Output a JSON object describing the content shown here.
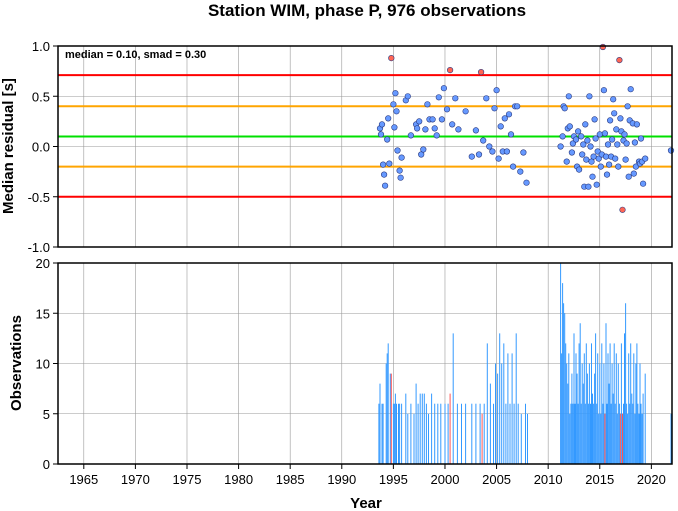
{
  "chart_data": [
    {
      "type": "scatter",
      "title": "Station WIM, phase P, 976 observations",
      "ylabel": "Median residual [s]",
      "annotation": "median = 0.10, smad = 0.30",
      "xlim": [
        1962.5,
        2022.0
      ],
      "ylim": [
        -1.0,
        1.0
      ],
      "x_ticks": [
        1965,
        1970,
        1975,
        1980,
        1985,
        1990,
        1995,
        2000,
        2005,
        2010,
        2015,
        2020
      ],
      "y_ticks": [
        "1.0",
        "0.5",
        "0.0",
        "-0.5",
        "-1.0"
      ],
      "grid": true,
      "reference_lines": [
        {
          "y": 0.71,
          "color": "#ff0000"
        },
        {
          "y": 0.4,
          "color": "#ffa500"
        },
        {
          "y": 0.1,
          "color": "#00e000"
        },
        {
          "y": -0.2,
          "color": "#ffa500"
        },
        {
          "y": -0.5,
          "color": "#ff0000"
        }
      ],
      "colors": {
        "normal": "#6699ff",
        "outlier": "#ff6655"
      },
      "points": [
        [
          1993.7,
          0.18
        ],
        [
          1993.8,
          0.12
        ],
        [
          1993.9,
          0.22
        ],
        [
          1994.0,
          -0.18
        ],
        [
          1994.1,
          -0.28
        ],
        [
          1994.2,
          -0.39
        ],
        [
          1994.4,
          0.07
        ],
        [
          1994.5,
          0.28
        ],
        [
          1994.6,
          -0.17
        ],
        [
          1994.8,
          0.88
        ],
        [
          1995.0,
          0.42
        ],
        [
          1995.1,
          0.19
        ],
        [
          1995.2,
          0.53
        ],
        [
          1995.3,
          0.35
        ],
        [
          1995.4,
          -0.04
        ],
        [
          1995.6,
          -0.24
        ],
        [
          1995.7,
          -0.31
        ],
        [
          1995.8,
          -0.11
        ],
        [
          1996.2,
          0.46
        ],
        [
          1996.4,
          0.5
        ],
        [
          1996.7,
          0.11
        ],
        [
          1997.2,
          0.22
        ],
        [
          1997.3,
          0.18
        ],
        [
          1997.5,
          0.25
        ],
        [
          1997.7,
          -0.08
        ],
        [
          1997.9,
          -0.03
        ],
        [
          1998.1,
          0.17
        ],
        [
          1998.3,
          0.42
        ],
        [
          1998.5,
          0.27
        ],
        [
          1998.8,
          0.27
        ],
        [
          1999.0,
          0.18
        ],
        [
          1999.2,
          0.11
        ],
        [
          1999.4,
          0.49
        ],
        [
          1999.7,
          0.27
        ],
        [
          1999.9,
          0.58
        ],
        [
          2000.2,
          0.37
        ],
        [
          2000.5,
          0.76
        ],
        [
          2000.7,
          0.22
        ],
        [
          2001.0,
          0.48
        ],
        [
          2001.3,
          0.17
        ],
        [
          2002.0,
          0.35
        ],
        [
          2002.6,
          -0.1
        ],
        [
          2003.0,
          0.16
        ],
        [
          2003.3,
          -0.08
        ],
        [
          2003.5,
          0.74
        ],
        [
          2003.7,
          0.06
        ],
        [
          2004.0,
          0.48
        ],
        [
          2004.3,
          0.0
        ],
        [
          2004.6,
          -0.05
        ],
        [
          2004.8,
          0.38
        ],
        [
          2005.0,
          0.56
        ],
        [
          2005.2,
          -0.12
        ],
        [
          2005.4,
          0.2
        ],
        [
          2005.6,
          -0.05
        ],
        [
          2005.8,
          0.28
        ],
        [
          2006.0,
          -0.05
        ],
        [
          2006.2,
          0.32
        ],
        [
          2006.4,
          0.12
        ],
        [
          2006.6,
          -0.2
        ],
        [
          2006.8,
          0.4
        ],
        [
          2007.0,
          0.4
        ],
        [
          2007.3,
          -0.25
        ],
        [
          2007.6,
          -0.06
        ],
        [
          2007.9,
          -0.36
        ],
        [
          2011.2,
          0.0
        ],
        [
          2011.4,
          0.1
        ],
        [
          2011.5,
          0.4
        ],
        [
          2011.6,
          0.38
        ],
        [
          2011.8,
          -0.15
        ],
        [
          2011.9,
          0.18
        ],
        [
          2012.0,
          0.5
        ],
        [
          2012.1,
          0.2
        ],
        [
          2012.3,
          -0.06
        ],
        [
          2012.4,
          0.03
        ],
        [
          2012.5,
          0.1
        ],
        [
          2012.7,
          0.07
        ],
        [
          2012.8,
          -0.2
        ],
        [
          2012.9,
          0.15
        ],
        [
          2013.0,
          -0.23
        ],
        [
          2013.2,
          0.1
        ],
        [
          2013.3,
          -0.08
        ],
        [
          2013.4,
          0.02
        ],
        [
          2013.5,
          -0.4
        ],
        [
          2013.6,
          0.22
        ],
        [
          2013.7,
          -0.13
        ],
        [
          2013.8,
          0.06
        ],
        [
          2013.9,
          -0.4
        ],
        [
          2014.0,
          0.5
        ],
        [
          2014.1,
          0.0
        ],
        [
          2014.2,
          -0.15
        ],
        [
          2014.3,
          -0.3
        ],
        [
          2014.4,
          -0.1
        ],
        [
          2014.5,
          0.27
        ],
        [
          2014.6,
          0.08
        ],
        [
          2014.7,
          -0.38
        ],
        [
          2014.8,
          -0.05
        ],
        [
          2014.9,
          -0.12
        ],
        [
          2015.0,
          0.12
        ],
        [
          2015.1,
          -0.2
        ],
        [
          2015.2,
          -0.08
        ],
        [
          2015.3,
          0.99
        ],
        [
          2015.4,
          0.56
        ],
        [
          2015.5,
          0.13
        ],
        [
          2015.6,
          -0.1
        ],
        [
          2015.7,
          -0.28
        ],
        [
          2015.8,
          0.02
        ],
        [
          2015.9,
          -0.18
        ],
        [
          2016.0,
          0.26
        ],
        [
          2016.1,
          -0.1
        ],
        [
          2016.2,
          0.07
        ],
        [
          2016.3,
          0.47
        ],
        [
          2016.4,
          0.33
        ],
        [
          2016.5,
          -0.12
        ],
        [
          2016.6,
          0.17
        ],
        [
          2016.7,
          0.02
        ],
        [
          2016.8,
          -0.2
        ],
        [
          2016.9,
          0.86
        ],
        [
          2017.0,
          0.28
        ],
        [
          2017.1,
          0.15
        ],
        [
          2017.2,
          -0.63
        ],
        [
          2017.3,
          0.06
        ],
        [
          2017.4,
          0.12
        ],
        [
          2017.5,
          -0.13
        ],
        [
          2017.6,
          0.03
        ],
        [
          2017.7,
          0.4
        ],
        [
          2017.8,
          -0.3
        ],
        [
          2017.9,
          0.26
        ],
        [
          2018.0,
          0.57
        ],
        [
          2018.2,
          0.23
        ],
        [
          2018.3,
          -0.27
        ],
        [
          2018.4,
          0.04
        ],
        [
          2018.5,
          -0.2
        ],
        [
          2018.6,
          0.22
        ],
        [
          2018.8,
          -0.15
        ],
        [
          2018.9,
          -0.17
        ],
        [
          2019.0,
          0.08
        ],
        [
          2019.1,
          -0.15
        ],
        [
          2019.2,
          -0.37
        ],
        [
          2019.4,
          -0.12
        ],
        [
          2021.9,
          -0.04
        ]
      ]
    },
    {
      "type": "bar",
      "xlabel": "Year",
      "ylabel": "Observations",
      "xlim": [
        1962.5,
        2022.0
      ],
      "ylim": [
        0,
        20
      ],
      "x_ticks": [
        1965,
        1970,
        1975,
        1980,
        1985,
        1990,
        1995,
        2000,
        2005,
        2010,
        2015,
        2020
      ],
      "y_ticks": [
        0,
        5,
        10,
        15,
        20
      ],
      "grid": true,
      "colors": {
        "normal": "#3399ff",
        "outlier": "#ff5555"
      },
      "bars": [
        [
          1993.6,
          6
        ],
        [
          1993.7,
          8
        ],
        [
          1993.9,
          6
        ],
        [
          1994.0,
          6
        ],
        [
          1994.3,
          10
        ],
        [
          1994.4,
          11
        ],
        [
          1994.5,
          12
        ],
        [
          1994.7,
          9
        ],
        [
          1994.8,
          9,
          1
        ],
        [
          1995.0,
          6
        ],
        [
          1995.1,
          6
        ],
        [
          1995.2,
          7
        ],
        [
          1995.3,
          6
        ],
        [
          1995.5,
          6
        ],
        [
          1995.6,
          6
        ],
        [
          1995.8,
          6
        ],
        [
          1996.2,
          7
        ],
        [
          1996.4,
          5
        ],
        [
          1996.7,
          6
        ],
        [
          1997.0,
          5
        ],
        [
          1997.2,
          8
        ],
        [
          1997.4,
          6
        ],
        [
          1997.6,
          7
        ],
        [
          1997.8,
          7
        ],
        [
          1998.0,
          7
        ],
        [
          1998.2,
          6
        ],
        [
          1998.4,
          5
        ],
        [
          1998.7,
          7
        ],
        [
          1999.0,
          6
        ],
        [
          1999.3,
          6
        ],
        [
          1999.6,
          6
        ],
        [
          2000.0,
          6
        ],
        [
          2000.3,
          6
        ],
        [
          2000.5,
          7,
          1
        ],
        [
          2000.8,
          13
        ],
        [
          2001.2,
          6
        ],
        [
          2001.6,
          6
        ],
        [
          2002.0,
          6
        ],
        [
          2002.6,
          6
        ],
        [
          2003.0,
          6
        ],
        [
          2003.4,
          6
        ],
        [
          2003.6,
          5,
          1
        ],
        [
          2003.8,
          6
        ],
        [
          2004.1,
          12
        ],
        [
          2004.4,
          8
        ],
        [
          2004.7,
          6
        ],
        [
          2004.9,
          10
        ],
        [
          2005.1,
          9
        ],
        [
          2005.3,
          13
        ],
        [
          2005.5,
          10
        ],
        [
          2005.7,
          12
        ],
        [
          2005.9,
          6
        ],
        [
          2006.1,
          11
        ],
        [
          2006.3,
          6
        ],
        [
          2006.5,
          11
        ],
        [
          2006.7,
          6
        ],
        [
          2006.9,
          13
        ],
        [
          2007.1,
          6
        ],
        [
          2007.4,
          5
        ],
        [
          2007.8,
          6
        ],
        [
          2008.0,
          5
        ],
        [
          2011.2,
          20
        ],
        [
          2011.3,
          11
        ],
        [
          2011.4,
          18
        ],
        [
          2011.5,
          16
        ],
        [
          2011.6,
          15
        ],
        [
          2011.7,
          12
        ],
        [
          2011.8,
          10
        ],
        [
          2011.9,
          8
        ],
        [
          2012.0,
          11
        ],
        [
          2012.1,
          5
        ],
        [
          2012.2,
          6
        ],
        [
          2012.3,
          9
        ],
        [
          2012.4,
          6
        ],
        [
          2012.5,
          13
        ],
        [
          2012.6,
          6
        ],
        [
          2012.7,
          11
        ],
        [
          2012.8,
          9
        ],
        [
          2012.9,
          6
        ],
        [
          2013.0,
          12
        ],
        [
          2013.1,
          14
        ],
        [
          2013.2,
          6
        ],
        [
          2013.3,
          10
        ],
        [
          2013.4,
          8
        ],
        [
          2013.5,
          11
        ],
        [
          2013.6,
          6
        ],
        [
          2013.7,
          12
        ],
        [
          2013.8,
          9
        ],
        [
          2013.9,
          6
        ],
        [
          2014.0,
          10
        ],
        [
          2014.1,
          6
        ],
        [
          2014.2,
          12
        ],
        [
          2014.3,
          7
        ],
        [
          2014.4,
          6
        ],
        [
          2014.5,
          9
        ],
        [
          2014.6,
          13
        ],
        [
          2014.7,
          6
        ],
        [
          2014.8,
          11
        ],
        [
          2014.9,
          5
        ],
        [
          2015.0,
          10
        ],
        [
          2015.1,
          5
        ],
        [
          2015.2,
          12
        ],
        [
          2015.3,
          6
        ],
        [
          2015.4,
          10
        ],
        [
          2015.5,
          5,
          1
        ],
        [
          2015.6,
          14
        ],
        [
          2015.7,
          6
        ],
        [
          2015.8,
          11
        ],
        [
          2015.9,
          8
        ],
        [
          2016.0,
          12
        ],
        [
          2016.1,
          6
        ],
        [
          2016.2,
          10
        ],
        [
          2016.3,
          7
        ],
        [
          2016.4,
          12
        ],
        [
          2016.5,
          6
        ],
        [
          2016.6,
          11
        ],
        [
          2016.7,
          5
        ],
        [
          2016.8,
          10
        ],
        [
          2016.9,
          6
        ],
        [
          2017.0,
          5,
          1
        ],
        [
          2017.1,
          12
        ],
        [
          2017.2,
          5,
          1
        ],
        [
          2017.3,
          6
        ],
        [
          2017.4,
          13
        ],
        [
          2017.5,
          16
        ],
        [
          2017.6,
          6
        ],
        [
          2017.7,
          5
        ],
        [
          2017.8,
          11
        ],
        [
          2017.9,
          6
        ],
        [
          2018.0,
          12
        ],
        [
          2018.1,
          7
        ],
        [
          2018.2,
          6
        ],
        [
          2018.3,
          11
        ],
        [
          2018.4,
          5
        ],
        [
          2018.5,
          10
        ],
        [
          2018.6,
          12
        ],
        [
          2018.7,
          6
        ],
        [
          2018.8,
          5
        ],
        [
          2018.9,
          10
        ],
        [
          2019.0,
          6
        ],
        [
          2019.1,
          5
        ],
        [
          2019.2,
          7
        ],
        [
          2019.4,
          9
        ],
        [
          2021.9,
          5
        ]
      ]
    }
  ]
}
